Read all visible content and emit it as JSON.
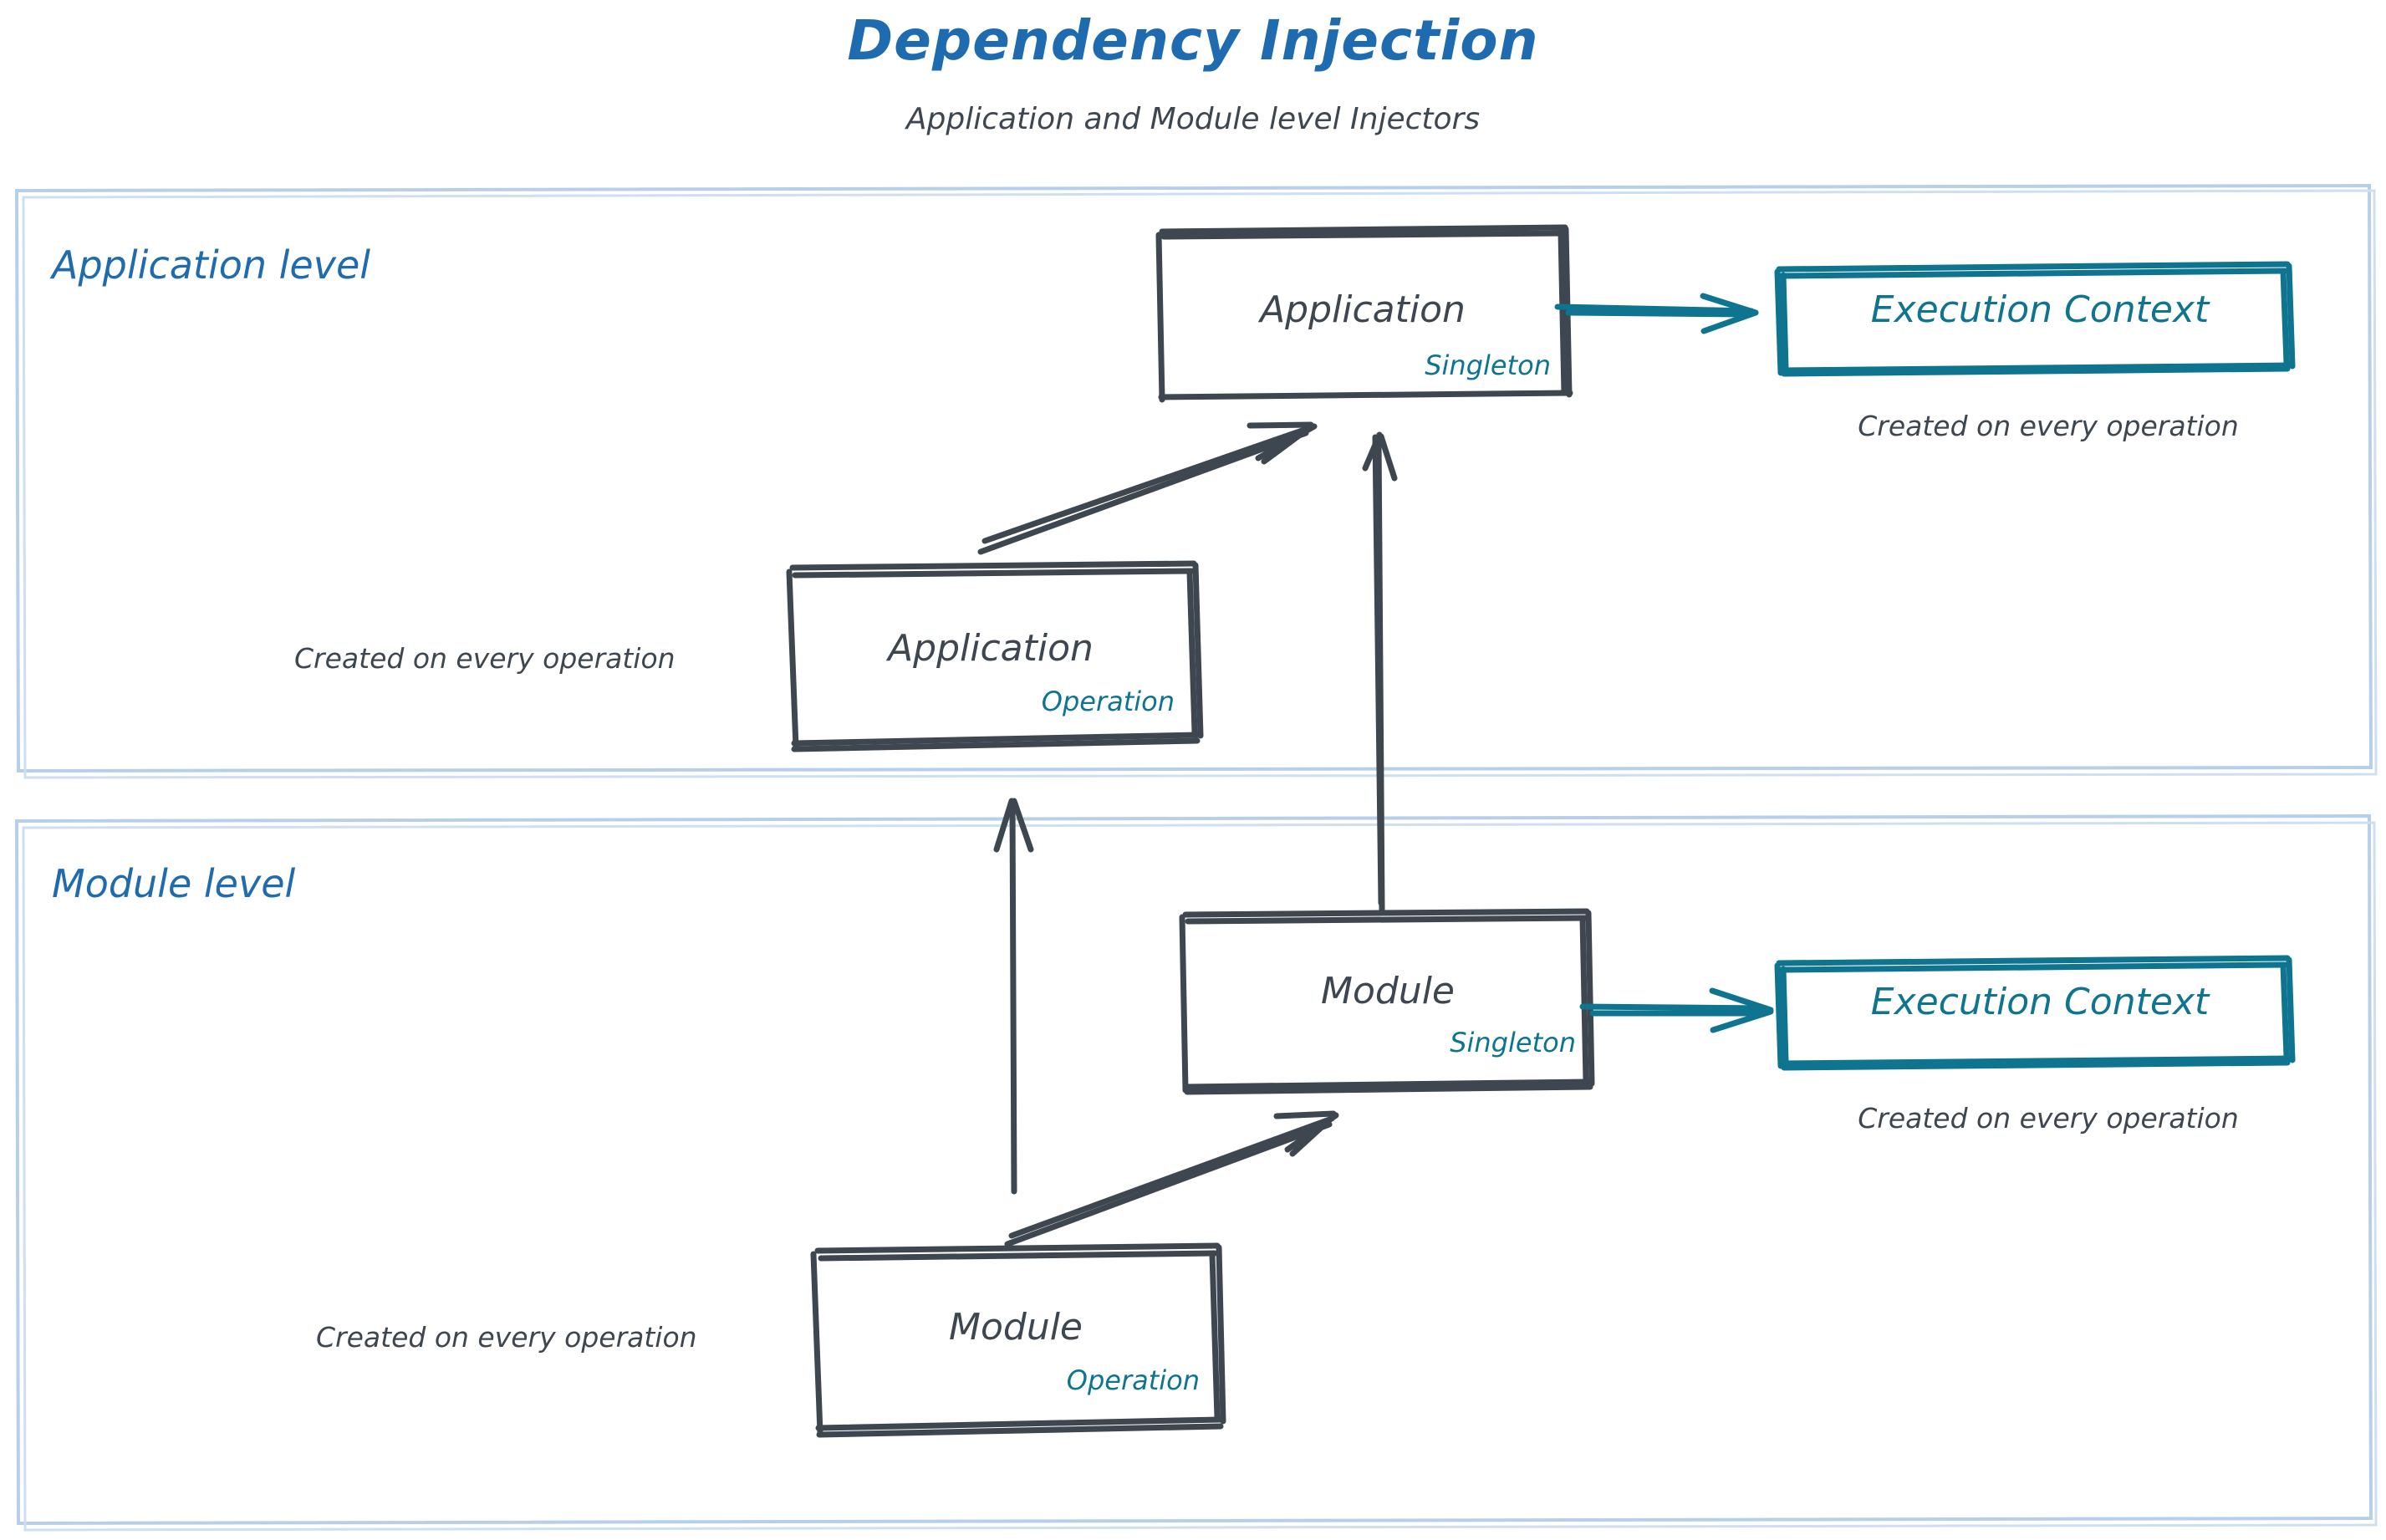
{
  "header": {
    "title": "Dependency Injection",
    "subtitle": "Application and Module level Injectors"
  },
  "colors": {
    "accent_blue": "#1f6bb0",
    "teal": "#0e7490",
    "ink": "#3e4650",
    "lane_border": "#b7cfe8",
    "background": "#ffffff"
  },
  "lanes": [
    {
      "id": "application-level",
      "title": "Application level"
    },
    {
      "id": "module-level",
      "title": "Module level"
    }
  ],
  "nodes": {
    "app_singleton": {
      "name": "Application",
      "scope": "Singleton"
    },
    "app_operation": {
      "name": "Application",
      "scope": "Operation",
      "caption": "Created on every operation"
    },
    "mod_singleton": {
      "name": "Module",
      "scope": "Singleton"
    },
    "mod_operation": {
      "name": "Module",
      "scope": "Operation",
      "caption": "Created on every operation"
    },
    "ctx_app": {
      "name": "Execution Context",
      "caption": "Created on every operation"
    },
    "ctx_mod": {
      "name": "Execution Context",
      "caption": "Created on every operation"
    }
  },
  "edges": [
    {
      "id": "app-op-to-app-singleton",
      "from": "app_operation",
      "to": "app_singleton",
      "style": "sketch-double",
      "color": "#3e4650"
    },
    {
      "id": "mod-singleton-to-app-singleton",
      "from": "mod_singleton",
      "to": "app_singleton",
      "style": "sketch-double",
      "color": "#3e4650"
    },
    {
      "id": "mod-op-to-application-level",
      "from": "mod_operation",
      "to": "application_level",
      "style": "sketch-single",
      "color": "#3e4650"
    },
    {
      "id": "mod-op-to-mod-singleton",
      "from": "mod_operation",
      "to": "mod_singleton",
      "style": "sketch-double",
      "color": "#3e4650"
    },
    {
      "id": "app-singleton-to-ctx-app",
      "from": "app_singleton",
      "to": "ctx_app",
      "style": "sketch-double",
      "color": "#0e7490"
    },
    {
      "id": "mod-singleton-to-ctx-mod",
      "from": "mod_singleton",
      "to": "ctx_mod",
      "style": "sketch-double",
      "color": "#0e7490"
    }
  ]
}
